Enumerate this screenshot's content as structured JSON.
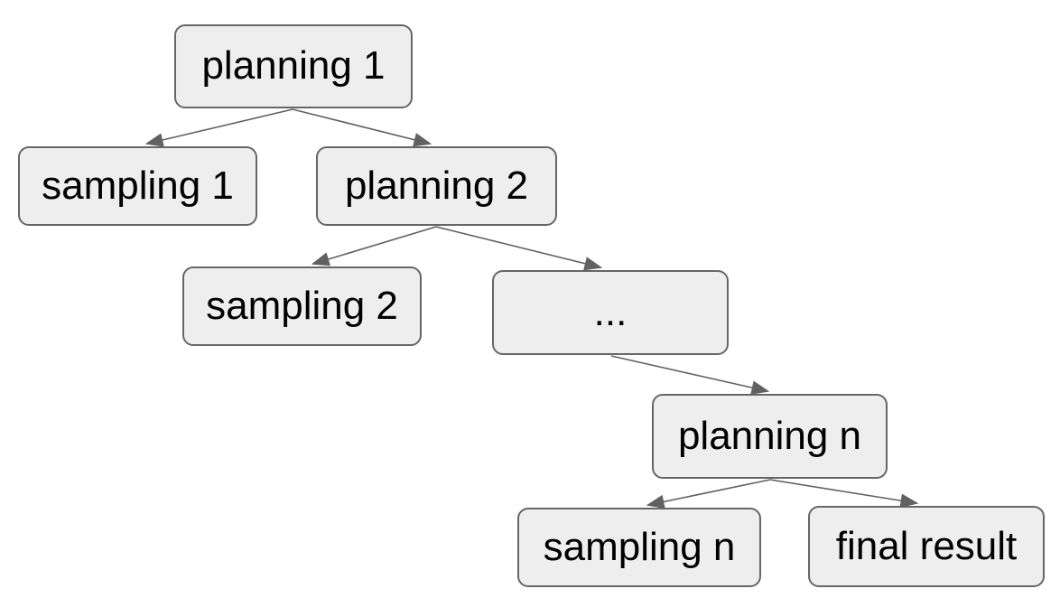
{
  "diagram": {
    "type": "flowchart-tree",
    "background_color": "#ffffff",
    "node_fill_color": "#eeeeee",
    "node_border_color": "#666666",
    "arrow_color": "#616161",
    "text_color": "#000000",
    "nodes": {
      "planning1": {
        "label": "planning 1"
      },
      "sampling1": {
        "label": "sampling 1"
      },
      "planning2": {
        "label": "planning 2"
      },
      "sampling2": {
        "label": "sampling 2"
      },
      "ellipsis": {
        "label": "..."
      },
      "planningN": {
        "label": "planning n"
      },
      "samplingN": {
        "label": "sampling n"
      },
      "finalResult": {
        "label": "final result"
      }
    },
    "edges": [
      {
        "from": "planning 1",
        "to": "sampling 1"
      },
      {
        "from": "planning 1",
        "to": "planning 2"
      },
      {
        "from": "planning 2",
        "to": "sampling 2"
      },
      {
        "from": "planning 2",
        "to": "..."
      },
      {
        "from": "...",
        "to": "planning n"
      },
      {
        "from": "planning n",
        "to": "sampling n"
      },
      {
        "from": "planning n",
        "to": "final result"
      }
    ]
  }
}
